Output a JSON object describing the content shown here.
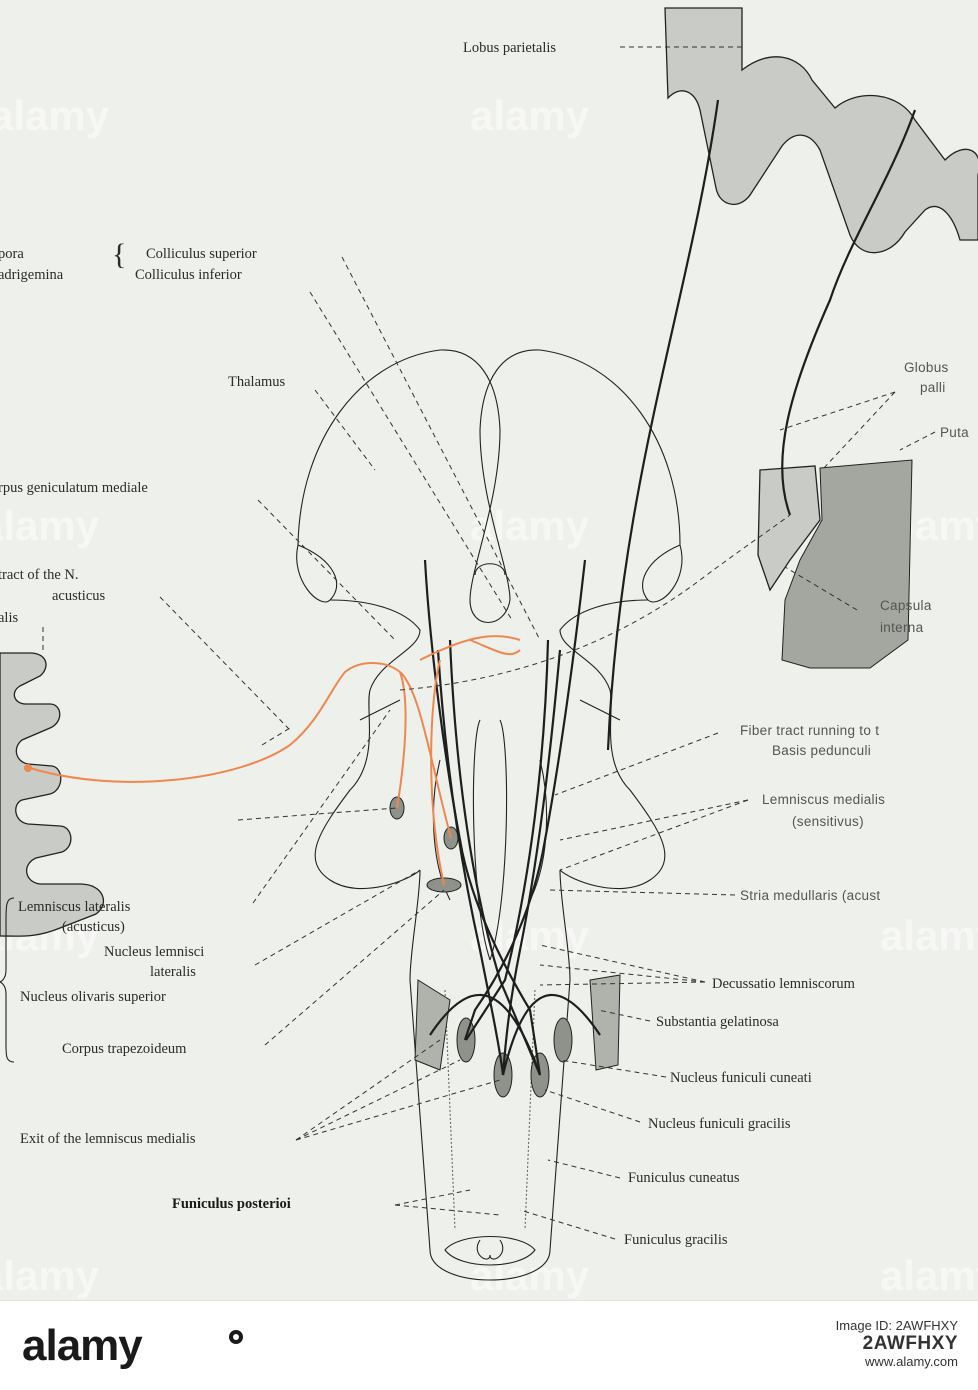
{
  "labels": {
    "lobus_parietalis": "Lobus parietalis",
    "colliculus_superior": "Colliculus superior",
    "colliculus_inferior": "Colliculus inferior",
    "corpora": "pora",
    "quadrigemina": "adrigemina",
    "thalamus": "Thalamus",
    "geniculatum": "rpus geniculatum mediale",
    "tract_n": "tract of the N.",
    "acusticus": "acusticus",
    "alis": "alis",
    "globus": "Globus",
    "palli": "palli",
    "puta": "Puta",
    "capsula": "Capsula",
    "interna": "interna",
    "fiber_tract_1": "Fiber tract running to t",
    "fiber_tract_2": "Basis pedunculi",
    "lemn_med_1": "Lemniscus medialis",
    "lemn_med_2": "(sensitivus)",
    "stria": "Stria medullaris (acust",
    "lemn_lat_1": "Lemniscus lateralis",
    "lemn_lat_2": "(acusticus)",
    "nucl_lemn_1": "Nucleus lemnisci",
    "nucl_lemn_2": "lateralis",
    "nucl_oliv": "Nucleus olivaris superior",
    "trapez": "Corpus trapezoideum",
    "decussatio": "Decussatio lemniscorum",
    "gelatinosa": "Substantia gelatinosa",
    "cuneati": "Nucleus funiculi cuneati",
    "gracilis_n": "Nucleus funiculi gracilis",
    "exit": "Exit of the lemniscus medialis",
    "fun_post": "Funiculus posterioi",
    "fun_cun": "Funiculus cuneatus",
    "fun_grac": "Funiculus gracilis"
  },
  "watermark": "alamy",
  "footer": {
    "brand": "alamy",
    "image_id_label": "Image ID: 2AWFHXY",
    "image_code": "2AWFHXY",
    "site": "www.alamy.com"
  },
  "colors": {
    "plate": "#eef0ec",
    "cortex": "#c9cbc6",
    "auditory_pathway": "#f0874e",
    "ink": "#222222"
  }
}
